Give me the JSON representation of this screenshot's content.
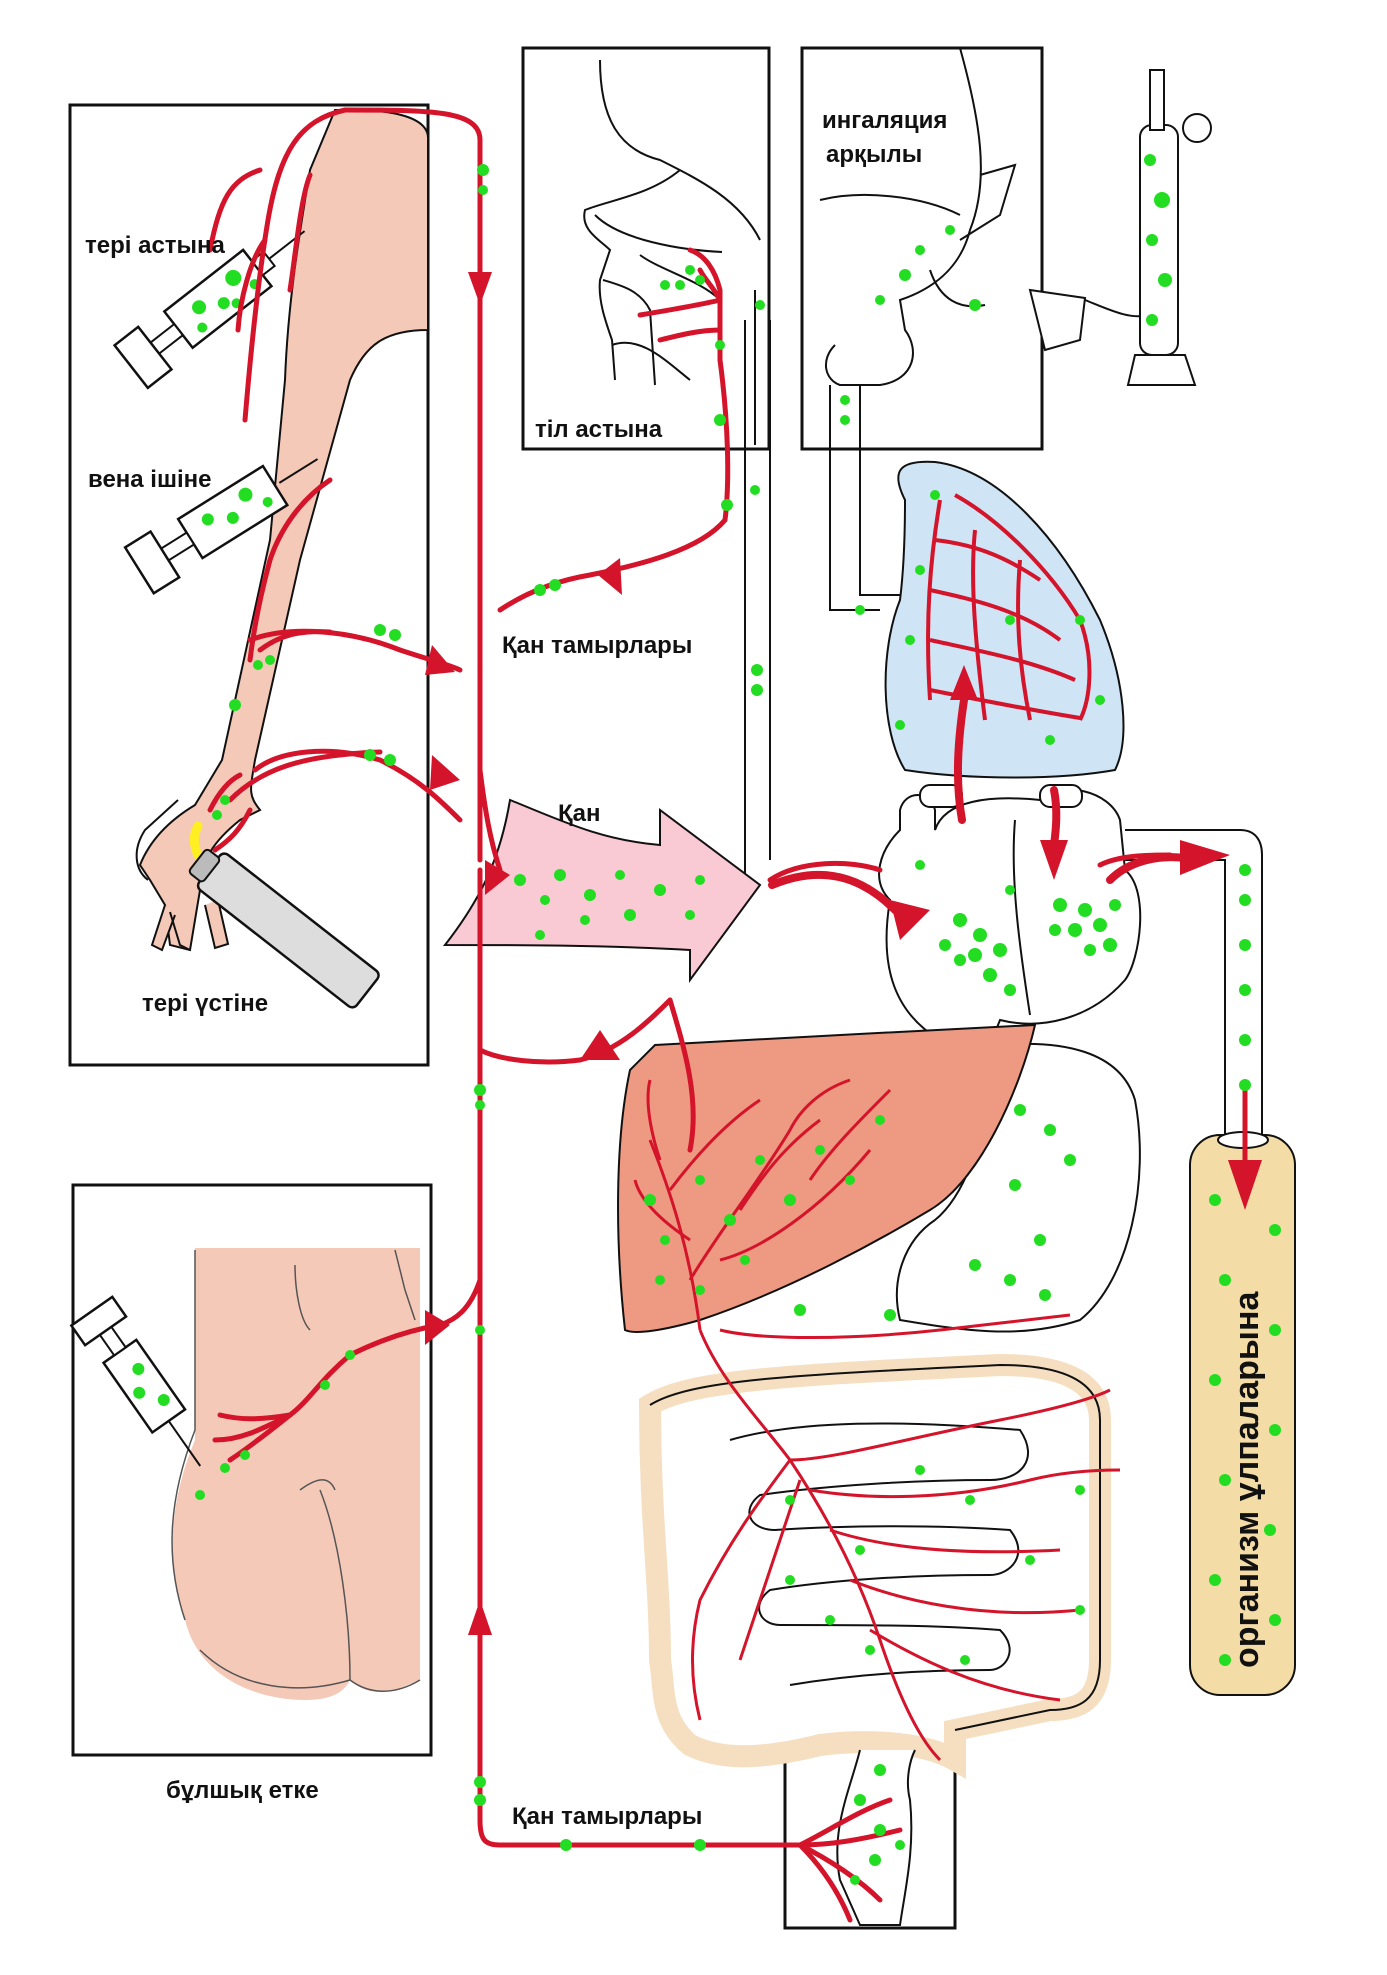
{
  "labels": {
    "subcutaneous": "тері астына",
    "intravenous": "вена ішіне",
    "transdermal": "тері үстіне",
    "sublingual": "тіл астына",
    "inhalation_line1": "ингаляция",
    "inhalation_line2": "арқылы",
    "blood_vessels_upper": "Қан тамырлары",
    "blood": "Қан",
    "intramuscular": "бұлшық етке",
    "blood_vessels_lower": "Қан тамырлары",
    "body_tissues": "организм ұлпаларына"
  },
  "colors": {
    "vessel": "#d4142a",
    "drug_particle": "#22dd22",
    "skin": "#f5c9b8",
    "blood_arrow": "#f9c9d4",
    "lung": "#cfe4f5",
    "liver": "#ee9a82",
    "intestine_border": "#f5dfc0",
    "tissue": "#f4dca6",
    "outline": "#111111"
  }
}
